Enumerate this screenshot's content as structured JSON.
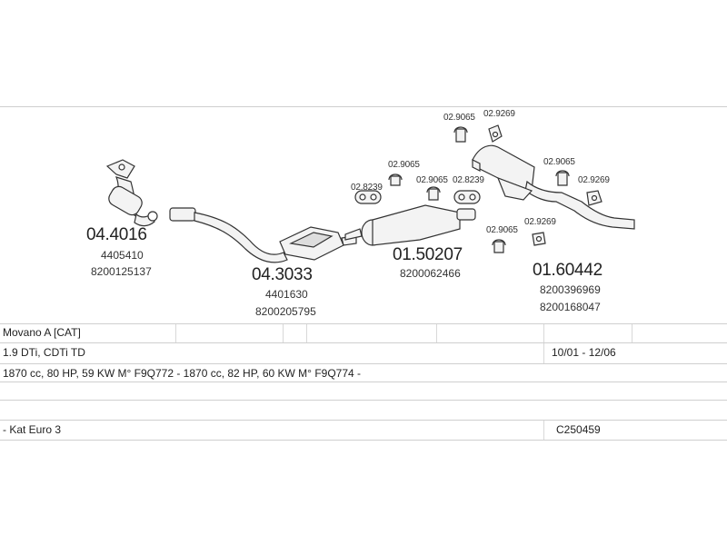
{
  "parts": [
    {
      "id": "p1",
      "part": "04.4016",
      "oe": [
        "4405410",
        "8200125137"
      ]
    },
    {
      "id": "p2",
      "part": "04.3033",
      "oe": [
        "4401630",
        "8200205795"
      ]
    },
    {
      "id": "p3",
      "part": "01.50207",
      "oe": [
        "8200062466"
      ]
    },
    {
      "id": "p4",
      "part": "01.60442",
      "oe": [
        "8200396969",
        "8200168047"
      ]
    }
  ],
  "accessories": {
    "a1": "02.8239",
    "a2": "02.9065",
    "a3": "02.9065",
    "a4": "02.8239",
    "a5": "02.9065",
    "a6": "02.9269",
    "a7": "02.9065",
    "a8": "02.9269",
    "a9": "02.9065",
    "a10": "02.9269"
  },
  "table": {
    "model": "Movano A  [CAT]",
    "engine": "1.9 DTi, CDTi TD",
    "years": "10/01 - 12/06",
    "spec": "1870 cc, 80 HP, 59 KW M° F9Q772 - 1870 cc, 82 HP, 60 KW M° F9Q774 -",
    "norm": "- Kat Euro 3",
    "ref": "C250459"
  },
  "colors": {
    "outline": "#333333",
    "fill": "#f2f2f2",
    "rule": "#cfcfcf"
  }
}
